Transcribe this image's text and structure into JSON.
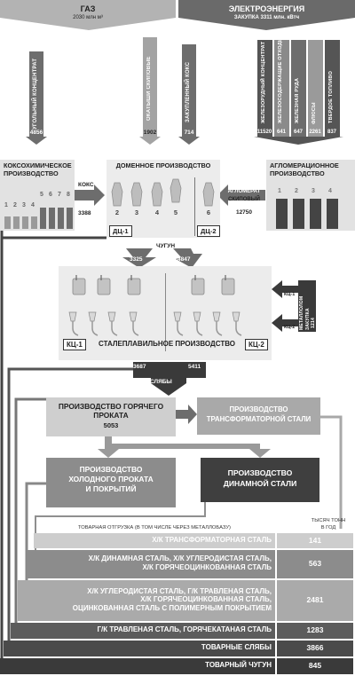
{
  "colors": {
    "dark": "#3a3a3a",
    "mid": "#6e6e6e",
    "light": "#a9a9a9",
    "pale": "#d0d0d0",
    "paler": "#e6e6e6"
  },
  "header": {
    "gas_title": "ГАЗ",
    "gas_sub": "2030 млн м³",
    "elec_title": "ЭЛЕКТРОЭНЕРГИЯ",
    "elec_sub": "ЗАКУПКА 3311 млн. кВтч"
  },
  "inputs": {
    "coal": {
      "label": "УГОЛЬНЫЙ КОНЦЕНТРАТ",
      "value": "4856"
    },
    "pellets": {
      "label": "ОКАТЫШИ СКИПОВЫЕ",
      "value": "1902"
    },
    "coke_buy": {
      "label": "ЗАКУПЛЕННЫЙ КОКС",
      "value": "714"
    },
    "ore_conc": {
      "label": "ЖЕЛЕЗОРУДНЫЙ КОНЦЕНТРАТ",
      "value": "11520"
    },
    "fe_waste": {
      "label": "ЖЕЛЕЗОСОДЕРЖАЩИЕ ОТХОДЫ",
      "value": "641"
    },
    "ore": {
      "label": "ЖЕЛЕЗНАЯ РУДА",
      "value": "647"
    },
    "flux": {
      "label": "ФЛЮСЫ",
      "value": "2261"
    },
    "solid_fuel": {
      "label": "ТВЕРДОЕ ТОПЛИВО",
      "value": "837"
    }
  },
  "coke": {
    "title_1": "КОКСОХИМИЧЕСКОЕ",
    "title_2": "ПРОИЗВОДСТВО",
    "nums": [
      "1",
      "2",
      "3",
      "4",
      "5",
      "6",
      "7",
      "8"
    ],
    "out_label": "КОКС",
    "out_value": "3388"
  },
  "blast": {
    "title": "ДОМЕННОЕ ПРОИЗВОДСТВО",
    "nums": [
      "2",
      "3",
      "4",
      "5",
      "6"
    ],
    "dc1": "ДЦ-1",
    "dc2": "ДЦ-2"
  },
  "agglo": {
    "title_1": "АГЛОМЕРАЦИОННОЕ",
    "title_2": "ПРОИЗВОДСТВО",
    "nums": [
      "1",
      "2",
      "3",
      "4"
    ],
    "out_label_1": "АГЛОМЕРАТ",
    "out_label_2": "СКИПОВЫЙ",
    "out_value": "12750"
  },
  "iron": {
    "label": "ЧУГУН",
    "left_value": "3325",
    "right_value": "4847"
  },
  "steel": {
    "title": "СТАЛЕПЛАВИЛЬНОЕ ПРОИЗВОДСТВО",
    "kc1": "КЦ-1",
    "kc2": "КЦ-2",
    "scrap_label_1": "МЕТАЛЛОЛОМ",
    "scrap_label_2": "ЗАКУПКА",
    "scrap_value": "1214"
  },
  "slabs": {
    "label": "СЛЯБЫ",
    "left_value": "3687",
    "right_value": "5411"
  },
  "hot_rolling": {
    "title_1": "ПРОИЗВОДСТВО ГОРЯЧЕГО",
    "title_2": "ПРОКАТА",
    "value": "5053"
  },
  "transformer": {
    "title_1": "ПРОИЗВОДСТВО",
    "title_2": "ТРАНСФОРМАТОРНОЙ СТАЛИ"
  },
  "cold_rolling": {
    "title_1": "ПРОИЗВОДСТВО",
    "title_2": "ХОЛОДНОГО ПРОКАТА",
    "title_3": "И ПОКРЫТИЙ"
  },
  "dynamo": {
    "title_1": "ПРОИЗВОДСТВО",
    "title_2": "ДИНАМНОЙ СТАЛИ"
  },
  "shipment": {
    "header_left": "ТОВАРНАЯ ОТГРУЗКА (В ТОМ ЧИСЛЕ ЧЕРЕЗ МЕТАЛЛОБАЗУ)",
    "unit_1": "ТЫСЯЧ ТОНН",
    "unit_2": "В ГОД",
    "rows": [
      {
        "lines": [
          "Х/К ТРАНСФОРМАТОРНАЯ СТАЛЬ"
        ],
        "value": "141"
      },
      {
        "lines": [
          "Х/К ДИНАМНАЯ СТАЛЬ, Х/К УГЛЕРОДИСТАЯ СТАЛЬ,",
          "Х/К ГОРЯЧЕОЦИНКОВАННАЯ СТАЛЬ"
        ],
        "value": "563"
      },
      {
        "lines": [
          "Х/К УГЛЕРОДИСТАЯ СТАЛЬ, Г/К ТРАВЛЕНАЯ СТАЛЬ,",
          "Х/К ГОРЯЧЕОЦИНКОВАННАЯ СТАЛЬ,",
          "ОЦИНКОВАННАЯ СТАЛЬ С ПОЛИМЕРНЫМ ПОКРЫТИЕМ"
        ],
        "value": "2481"
      },
      {
        "lines": [
          "Г/К ТРАВЛЕНАЯ СТАЛЬ, ГОРЯЧЕКАТАНАЯ СТАЛЬ"
        ],
        "value": "1283"
      },
      {
        "lines": [
          "ТОВАРНЫЕ СЛЯБЫ"
        ],
        "value": "3866"
      },
      {
        "lines": [
          "ТОВАРНЫЙ ЧУГУН"
        ],
        "value": "845"
      }
    ]
  }
}
